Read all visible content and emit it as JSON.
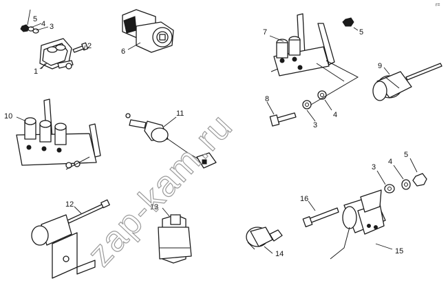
{
  "diagram": {
    "watermark": "zap-kam.ru",
    "corner_mark": "r=",
    "labels": {
      "c1": {
        "l1": "1",
        "l2": "2",
        "l3": "3",
        "l4": "4",
        "l5": "5"
      },
      "c6": "6",
      "c7": {
        "l7": "7",
        "l5": "5",
        "l8": "8",
        "l3": "3",
        "l4": "4"
      },
      "c9": "9",
      "c10": "10",
      "c11": "11",
      "c12": "12",
      "c13": "13",
      "c14": "14",
      "c15": {
        "l15": "15",
        "l16": "16",
        "l3": "3",
        "l4": "4",
        "l5": "5"
      }
    }
  }
}
